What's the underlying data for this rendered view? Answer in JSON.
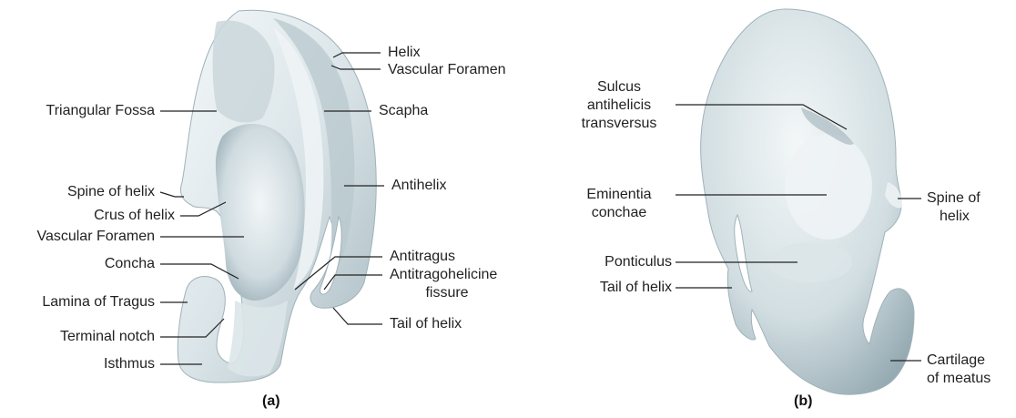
{
  "panel_a": {
    "caption": "(a)",
    "labels": {
      "helix": "Helix",
      "vascular_foramen_top": "Vascular Foramen",
      "triangular_fossa": "Triangular Fossa",
      "scapha": "Scapha",
      "spine_of_helix": "Spine of helix",
      "antihelix": "Antihelix",
      "crus_of_helix": "Crus of helix",
      "vascular_foramen_mid": "Vascular Foramen",
      "antitragus": "Antitragus",
      "concha": "Concha",
      "antitragohelicine_1": "Antitragohelicine",
      "antitragohelicine_2": "fissure",
      "lamina_of_tragus": "Lamina of Tragus",
      "tail_of_helix": "Tail of helix",
      "terminal_notch": "Terminal notch",
      "isthmus": "Isthmus"
    }
  },
  "panel_b": {
    "caption": "(b)",
    "labels": {
      "sulcus_1": "Sulcus",
      "sulcus_2": "antihelicis",
      "sulcus_3": "transversus",
      "eminentia_1": "Eminentia",
      "eminentia_2": "conchae",
      "spine_1": "Spine of",
      "spine_2": "helix",
      "ponticulus": "Ponticulus",
      "tail_of_helix": "Tail of helix",
      "cartilage_1": "Cartilage",
      "cartilage_2": "of meatus"
    }
  },
  "colors": {
    "cartilage_light": "#eef3f5",
    "cartilage_mid": "#c9d6db",
    "cartilage_dark": "#8fa3ab",
    "leader": "#222222"
  }
}
